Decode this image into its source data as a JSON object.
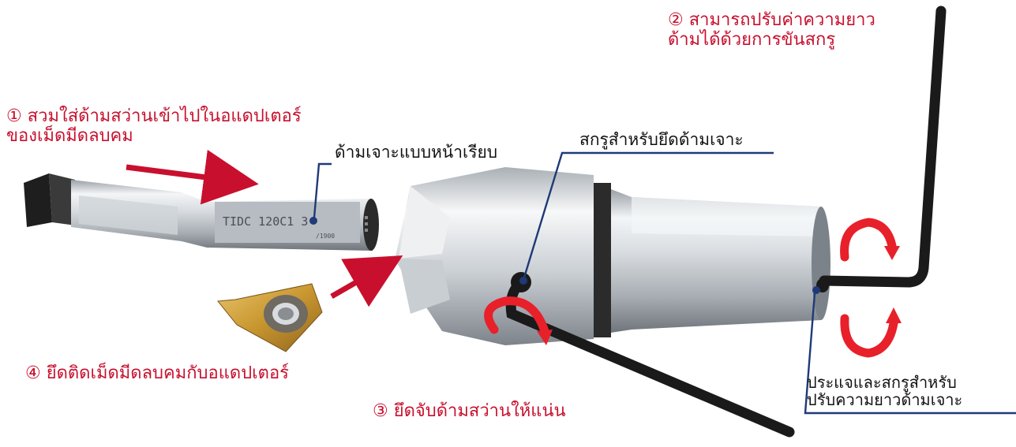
{
  "colors": {
    "accent_red": "#c8102e",
    "callout_navy": "#1f3a78",
    "steel_light": "#e6e9ec",
    "steel_dark": "#8a9096",
    "insert_gold": "#c89a3a",
    "hex_key": "#1a1a1a"
  },
  "annotations": {
    "step1": {
      "line1": "① สวมใส่ด้ามสว่านเข้าไปในอแดปเตอร์",
      "line2": "ของเม็ดมีดลบคม"
    },
    "step2": {
      "line1": "② สามารถปรับค่าความยาว",
      "line2": "ด้ามได้ด้วยการขันสกรู"
    },
    "step3": {
      "text": "③ ยึดจับด้ามสว่านให้แน่น"
    },
    "step4": {
      "text": "④ ยึดติดเม็ดมีดลบคมกับอแดปเตอร์"
    }
  },
  "callouts": {
    "flat_shank": "ด้ามเจาะแบบหน้าเรียบ",
    "clamp_screw": "สกรูสำหรับยึดด้ามเจาะ",
    "wrench_line1": "ประแจและสกรูสำหรับ",
    "wrench_line2": "ปรับความยาวด้ามเจาะ"
  },
  "product_marking": {
    "shank_text": "TIDC 120C1 3",
    "shank_subtext": "/1900"
  },
  "icons": {
    "insertion_arrow": "arrow-right-icon",
    "rotation_arrow": "rotate-arrow-icon"
  }
}
